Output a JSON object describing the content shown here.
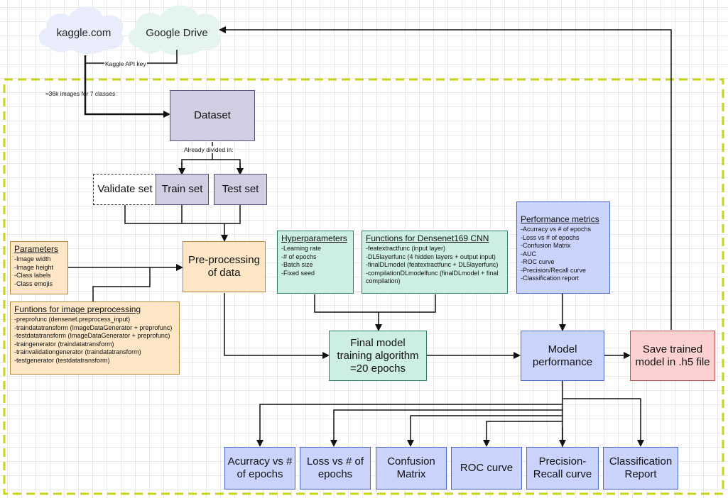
{
  "clouds": {
    "kaggle": "kaggle.com",
    "gdrive": "Google Drive"
  },
  "edge_labels": {
    "api_key": "Kaggle API key",
    "images": "≈36k images for 7 classes",
    "divided": "Already divided in:"
  },
  "nodes": {
    "dataset": "Dataset",
    "validate": "Validate set",
    "train": "Train set",
    "test": "Test set",
    "preprocessing": [
      "Pre-processing",
      "of data"
    ],
    "final_model": [
      "Final model",
      "training algorithm",
      "=20 epochs"
    ],
    "model_performance": [
      "Model",
      "performance"
    ],
    "save_model": [
      "Save  trained",
      "model in .h5 file"
    ]
  },
  "parameters": {
    "title": "Parameters",
    "items": [
      "-Image width",
      "-Image height",
      "-Class labels",
      "-Class emojis"
    ]
  },
  "preproc_functions": {
    "title": "Funtions for image preprocessing",
    "items": [
      "-preprofunc (densenet.preprocess_input)",
      "-traindatatransform (ImageDataGenerator + preprofunc)",
      "-testdatatransform (ImageDataGenerator + preprofunc)",
      "-traingenerator (traindatatransform)",
      "-trainvalidationgenerator (traindatatransform)",
      "-testgenerator (testdatatransform)"
    ]
  },
  "hyperparameters": {
    "title": "Hyperparameters",
    "items": [
      "-Learning rate",
      "-# of epochs",
      "-Batch size",
      "-Fixed seed"
    ]
  },
  "cnn_functions": {
    "title": "Functions for Densenet169 CNN",
    "items": [
      "-featextractfunc (input layer)",
      "-DL5layerfunc (4 hidden layers + output input)",
      "-finalDLmodel (featextractfunc + DL5layerfunc)",
      "-compilationDLmodelfunc (finalDLmodel + final",
      "compilation)"
    ]
  },
  "performance_metrics": {
    "title": "Performance metrics",
    "items": [
      "-Acurracy vs # of epochs",
      "-Loss vs # of epochs",
      "-Confusion Matrix",
      "-AUC",
      "-ROC curve",
      "-Precision/Recall curve",
      "-Classification report"
    ]
  },
  "outputs": [
    {
      "name": "accuracy",
      "lines": [
        "Acurracy vs #",
        "of epochs"
      ]
    },
    {
      "name": "loss",
      "lines": [
        "Loss vs # of",
        "epochs"
      ]
    },
    {
      "name": "confusion",
      "lines": [
        "Confusion",
        "Matrix"
      ]
    },
    {
      "name": "roc",
      "lines": [
        "ROC curve"
      ]
    },
    {
      "name": "precision-recall",
      "lines": [
        "Precision-",
        "Recall curve"
      ]
    },
    {
      "name": "classification",
      "lines": [
        "Classification",
        "Report"
      ]
    }
  ],
  "colors": {
    "purple": "#d0cee2",
    "blue": "#c9d3fb",
    "green": "#cdeee4",
    "orange": "#fde6c5",
    "red": "#fbd0d0",
    "frame": "#c8d41a"
  }
}
